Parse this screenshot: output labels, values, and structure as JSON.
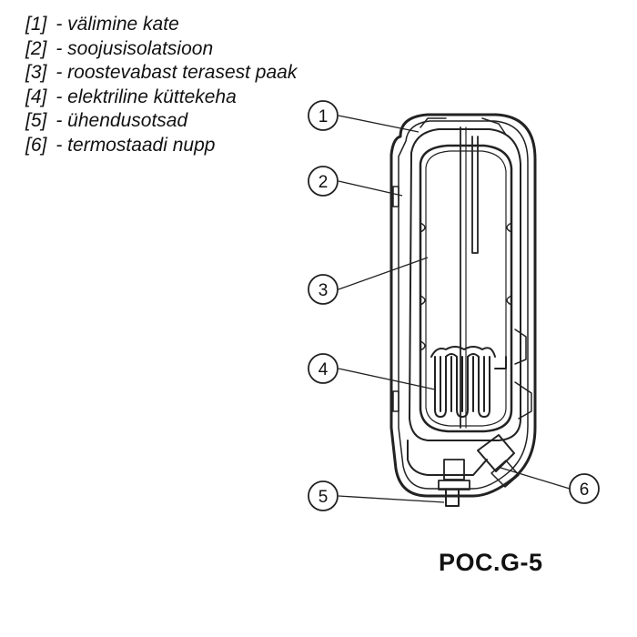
{
  "legend": [
    {
      "num": "[1]",
      "text": "- välimine kate"
    },
    {
      "num": "[2]",
      "text": "- soojusisolatsioon"
    },
    {
      "num": "[3]",
      "text": "- roostevabast terasest paak"
    },
    {
      "num": "[4]",
      "text": "- elektriline küttekeha"
    },
    {
      "num": "[5]",
      "text": "- ühendusotsad"
    },
    {
      "num": "[6]",
      "text": "- termostaadi nupp"
    }
  ],
  "callouts": [
    "1",
    "2",
    "3",
    "4",
    "5",
    "6"
  ],
  "caption": "POC.G-5"
}
